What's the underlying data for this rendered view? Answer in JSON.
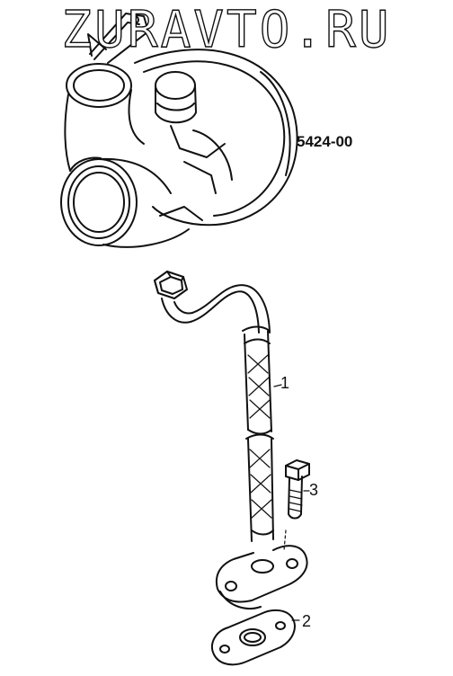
{
  "watermark": "ZURAVTO.RU",
  "diagram_code": "5424-00",
  "callouts": [
    {
      "id": "1",
      "part": "oil-pipe"
    },
    {
      "id": "2",
      "part": "gasket"
    },
    {
      "id": "3",
      "part": "bolt"
    }
  ],
  "colors": {
    "line": "#111111",
    "background": "#ffffff"
  }
}
